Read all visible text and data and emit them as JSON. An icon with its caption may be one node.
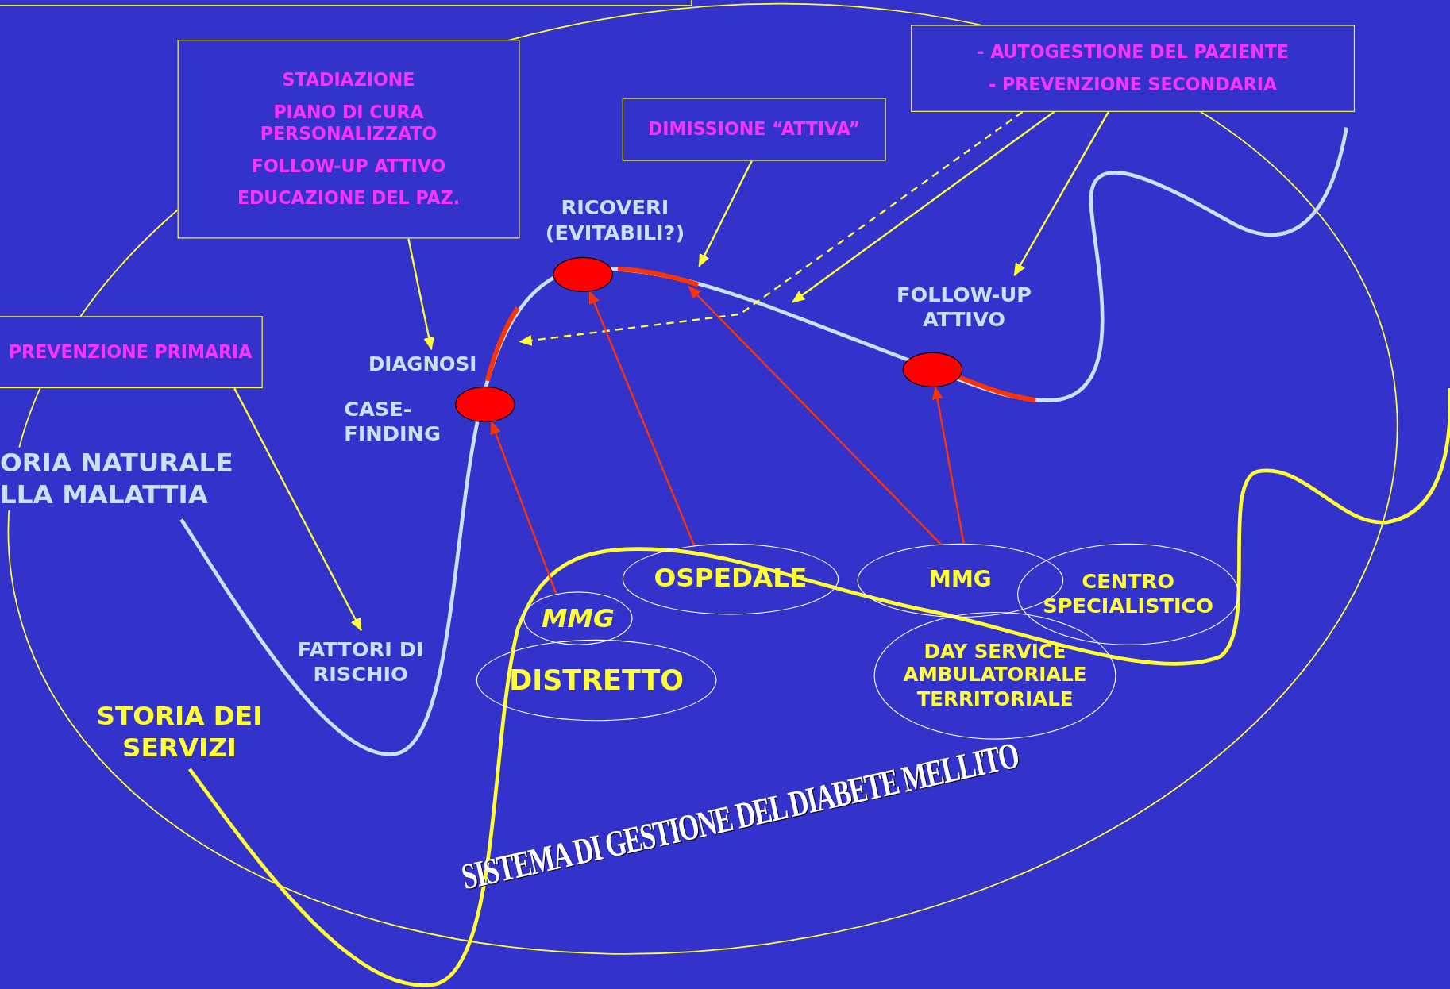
{
  "diagram": {
    "nodes": [
      {
        "text": [
          "STADIAZIONE",
          "PIANO DI CURA PERSONALIZZATO",
          "FOLLOW-UP ATTIVO",
          "EDUCAZIONE DEL PAZ."
        ]
      },
      {
        "text": [
          "DIMISSIONE “ATTIVA”"
        ]
      },
      {
        "text": [
          "- AUTOGESTIONE DEL PAZIENTE",
          "- PREVENZIONE SECONDARIA"
        ]
      },
      {
        "text": [
          "PREVENZIONE PRIMARIA"
        ]
      },
      {
        "text": [
          "RICOVERI (EVITABILI?)"
        ]
      },
      {
        "text": [
          "DIAGNOSI"
        ]
      },
      {
        "text": [
          "CASE- FINDING"
        ]
      },
      {
        "text": [
          "FOLLOW-UP ATTIVO"
        ]
      },
      {
        "text": [
          "FATTORI DI RISCHIO"
        ]
      },
      {
        "text": [
          "ORIA NATURALE LLA MALATTIA"
        ]
      },
      {
        "text": [
          "STORIA DEI SERVIZI"
        ]
      },
      {
        "text": [],
        "shape": "circle"
      },
      {
        "text": [],
        "shape": "circle"
      },
      {
        "text": [],
        "shape": "circle"
      },
      {
        "text": [
          "OSPEDALE"
        ]
      },
      {
        "text": [
          "MMG"
        ]
      },
      {
        "text": [
          "DISTRETTO"
        ]
      },
      {
        "text": [
          "MMG"
        ]
      },
      {
        "text": [
          "CENTRO SPECIALISTICO"
        ]
      },
      {
        "text": [
          "DAY SERVICE AMBULATORIALE TERRITORIALE"
        ]
      },
      {
        "text": [],
        "shape": "bar"
      },
      {
        "text": [],
        "shape": "bar"
      }
    ],
    "edges": [
      {
        "from": 0,
        "to": 5,
        "arrow": "to"
      },
      {
        "from": 1,
        "to": 21,
        "arrow": "to"
      },
      {
        "from": 2,
        "to": 20,
        "arrow": "to",
        "style": "dashed"
      },
      {
        "from": 2,
        "to": null,
        "arrow": "to"
      },
      {
        "from": 2,
        "to": 7,
        "arrow": "to"
      },
      {
        "from": 3,
        "to": 8,
        "arrow": "to"
      },
      {
        "from": 15,
        "to": 11,
        "arrow": "to",
        "color": "#ff3300"
      },
      {
        "from": 14,
        "to": 12,
        "arrow": "to",
        "color": "#ff3300"
      },
      {
        "from": 17,
        "to": 21,
        "arrow": "to",
        "color": "#ff3300"
      },
      {
        "from": 17,
        "to": 13,
        "arrow": "to",
        "color": "#ff3300"
      }
    ],
    "labels": [
      "SISTEMA DI GESTIONE DEL DIABETE MELLITO"
    ]
  }
}
